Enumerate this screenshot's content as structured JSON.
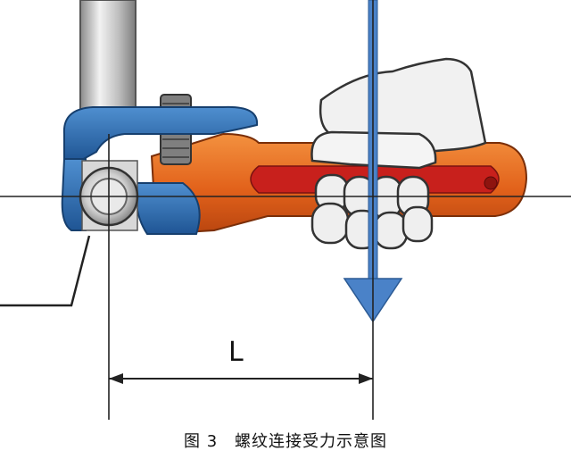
{
  "diagram": {
    "dimension_label": "L"
  },
  "caption": {
    "figure_number": "图 3",
    "title": "螺纹连接受力示意图"
  },
  "colors": {
    "pipe": "#b9b9b9",
    "wrench_body": "#e86a1e",
    "wrench_handle_slot": "#c8201c",
    "jaw_blue": "#2f6fb0",
    "force_arrow": "#4a82c8",
    "glove": "#efefef",
    "line": "#222222"
  }
}
